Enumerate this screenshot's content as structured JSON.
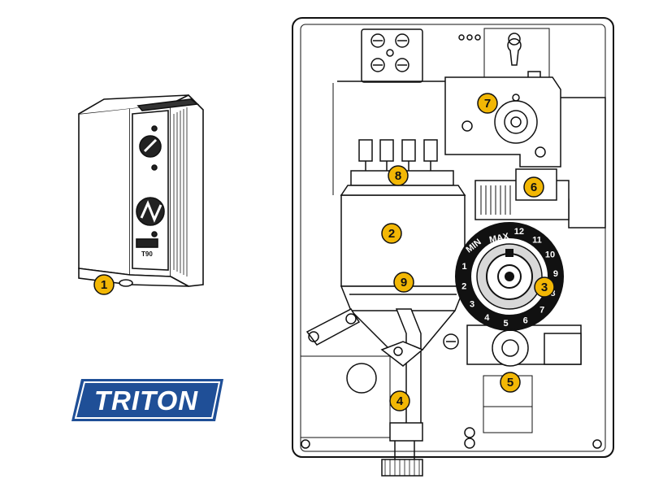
{
  "brand": {
    "name": "TRITON",
    "color": "#1f4f97"
  },
  "unit_label": "T90",
  "callouts": [
    "1",
    "2",
    "3",
    "4",
    "5",
    "6",
    "7",
    "8",
    "9"
  ],
  "badge_color": "#f2b705",
  "dial": {
    "numbers": [
      "1",
      "2",
      "3",
      "4",
      "5",
      "6",
      "7",
      "8",
      "9",
      "10",
      "11",
      "12"
    ],
    "max_label": "MAX",
    "min_label": "MIN"
  }
}
